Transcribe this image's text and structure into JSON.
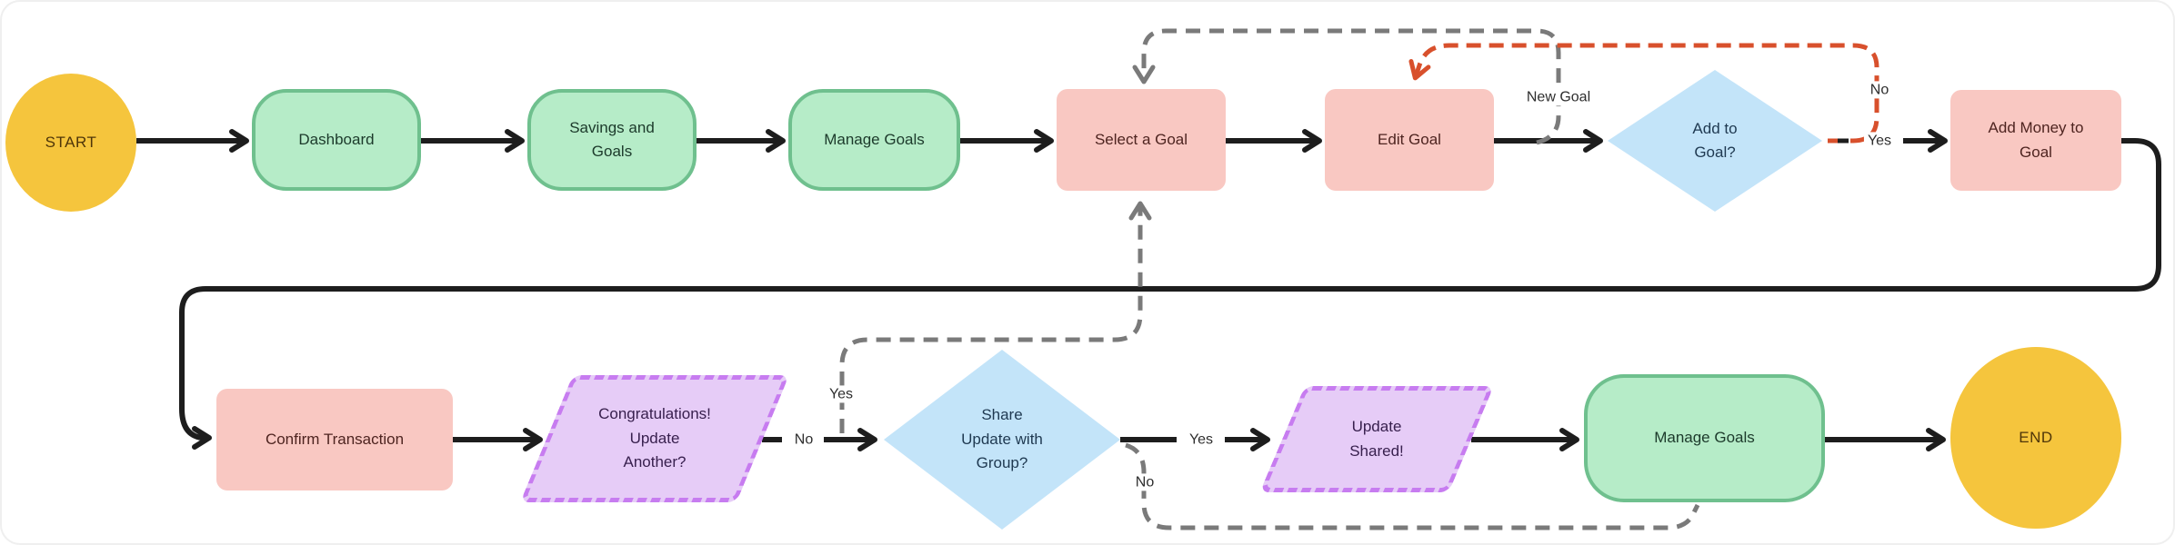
{
  "nodes": {
    "start": {
      "label": "START"
    },
    "dashboard": {
      "label": "Dashboard"
    },
    "savings_and_goals": {
      "label": "Savings and\nGoals"
    },
    "manage_goals_top": {
      "label": "Manage Goals"
    },
    "select_a_goal": {
      "label": "Select a Goal"
    },
    "edit_goal": {
      "label": "Edit Goal"
    },
    "add_to_goal": {
      "label": "Add to\nGoal?"
    },
    "add_money_to_goal": {
      "label": "Add Money to\nGoal"
    },
    "confirm_transaction": {
      "label": "Confirm Transaction"
    },
    "congrats_update_another": {
      "label": "Congratulations!\nUpdate\nAnother?"
    },
    "share_update_with_group": {
      "label": "Share\nUpdate with\nGroup?"
    },
    "update_shared": {
      "label": "Update\nShared!"
    },
    "manage_goals_bottom": {
      "label": "Manage Goals"
    },
    "end": {
      "label": "END"
    }
  },
  "edge_labels": {
    "new_goal": "New Goal",
    "add_to_goal_no": "No",
    "add_to_goal_yes": "Yes",
    "congrats_yes": "Yes",
    "congrats_no": "No",
    "share_yes": "Yes",
    "share_no": "No"
  },
  "colors": {
    "terminator_fill": "#F5C53D",
    "process_green_fill": "#B6ECC8",
    "process_green_border": "#6FC08E",
    "process_pink_fill": "#F9C8C2",
    "decision_blue_fill": "#C3E4F9",
    "io_purple_fill": "#E6CCF7",
    "io_purple_border": "#C77CF0",
    "edge_black": "#1D1D1D",
    "edge_gray": "#7A7A7A",
    "edge_red": "#D8502C"
  }
}
